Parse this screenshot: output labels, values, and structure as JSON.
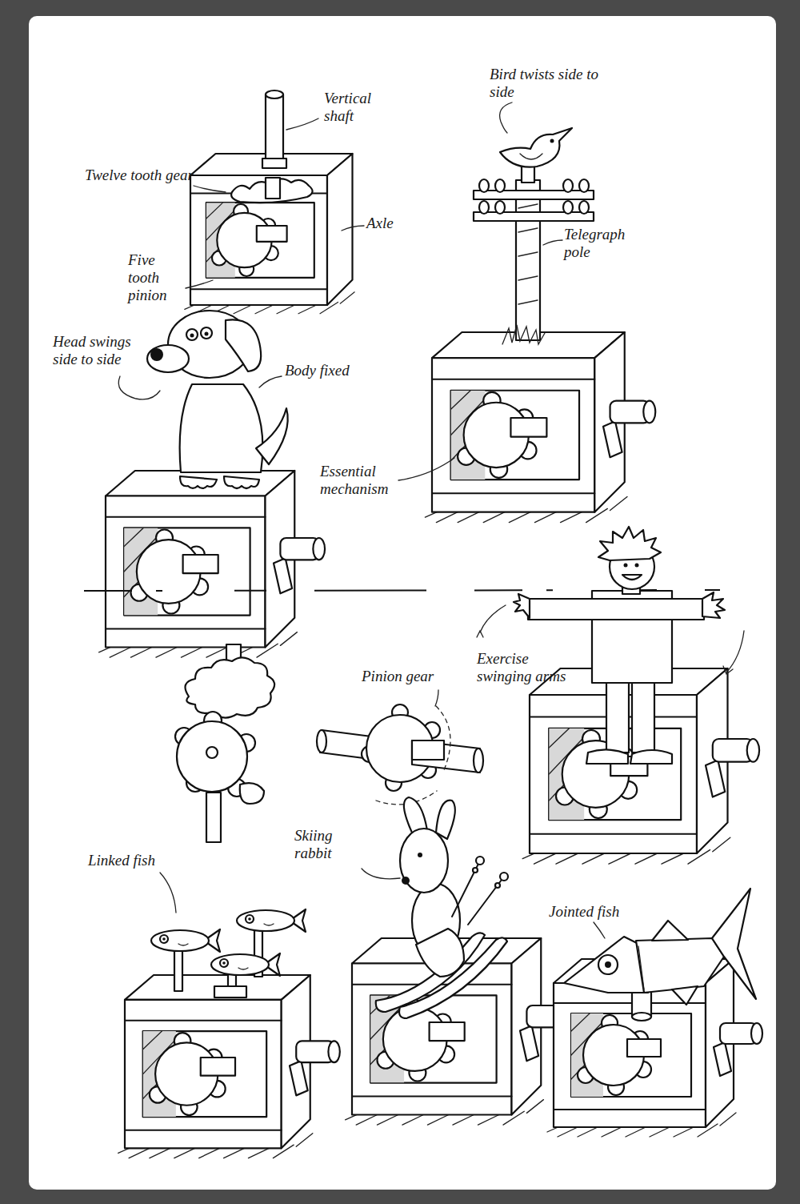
{
  "diagram": {
    "labels": [
      "Vertical shaft",
      "Twelve tooth gear",
      "Axle",
      "Five tooth pinion",
      "Bird twists side to side",
      "Telegraph pole",
      "Head swings side to side",
      "Body fixed",
      "Essential mechanism",
      "Pinion gear",
      "Exercise swinging arms",
      "Linked fish",
      "Skiing rabbit",
      "Jointed fish"
    ]
  }
}
